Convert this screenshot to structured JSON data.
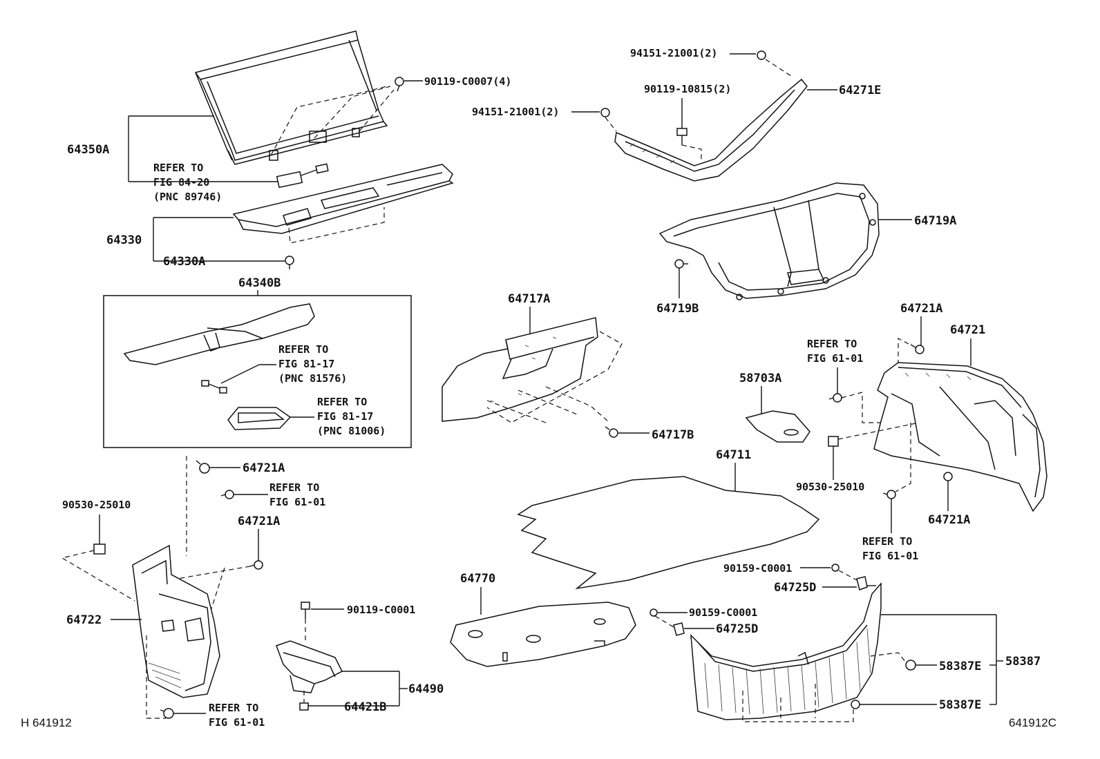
{
  "labels": {
    "p64350A": "64350A",
    "p90119C0007": "90119-C0007(4)",
    "refer_8420": [
      "REFER TO",
      "FIG 84-20",
      "(PNC 89746)"
    ],
    "p64330": "64330",
    "p64330A": "64330A",
    "p64340B": "64340B",
    "refer_8117a": [
      "REFER TO",
      "FIG 81-17",
      "(PNC 81576)"
    ],
    "refer_8117b": [
      "REFER TO",
      "FIG 81-17",
      "(PNC 81006)"
    ],
    "p64721A_l1": "64721A",
    "refer_6101_l1": [
      "REFER TO",
      "FIG 61-01"
    ],
    "p90530_l": "90530-25010",
    "p64721A_l2": "64721A",
    "p64722": "64722",
    "refer_6101_l2": [
      "REFER TO",
      "FIG 61-01"
    ],
    "p90119C0001": "90119-C0001",
    "p64490": "64490",
    "p64421B": "64421B",
    "p94151_top": "94151-21001(2)",
    "p90119_10815": "90119-10815(2)",
    "p94151_left": "94151-21001(2)",
    "p64271E": "64271E",
    "p64719A": "64719A",
    "p64719B": "64719B",
    "p64717A": "64717A",
    "p64717B": "64717B",
    "p58703A": "58703A",
    "p64721A_r1": "64721A",
    "p64721": "64721",
    "refer_6101_r1": [
      "REFER TO",
      "FIG 61-01"
    ],
    "p90530_r": "90530-25010",
    "p64721A_r2": "64721A",
    "refer_6101_r2": [
      "REFER TO",
      "FIG 61-01"
    ],
    "p64711": "64711",
    "p64770": "64770",
    "p90159_a": "90159-C0001",
    "p64725D_a": "64725D",
    "p90159_b": "90159-C0001",
    "p64725D_b": "64725D",
    "p58387E_a": "58387E",
    "p58387": "58387",
    "p58387E_b": "58387E"
  },
  "corner": {
    "left": "H 641912",
    "right": "641912C"
  },
  "icons": [
    "clip-icon",
    "bolt-icon",
    "nut-icon",
    "screw-icon"
  ]
}
